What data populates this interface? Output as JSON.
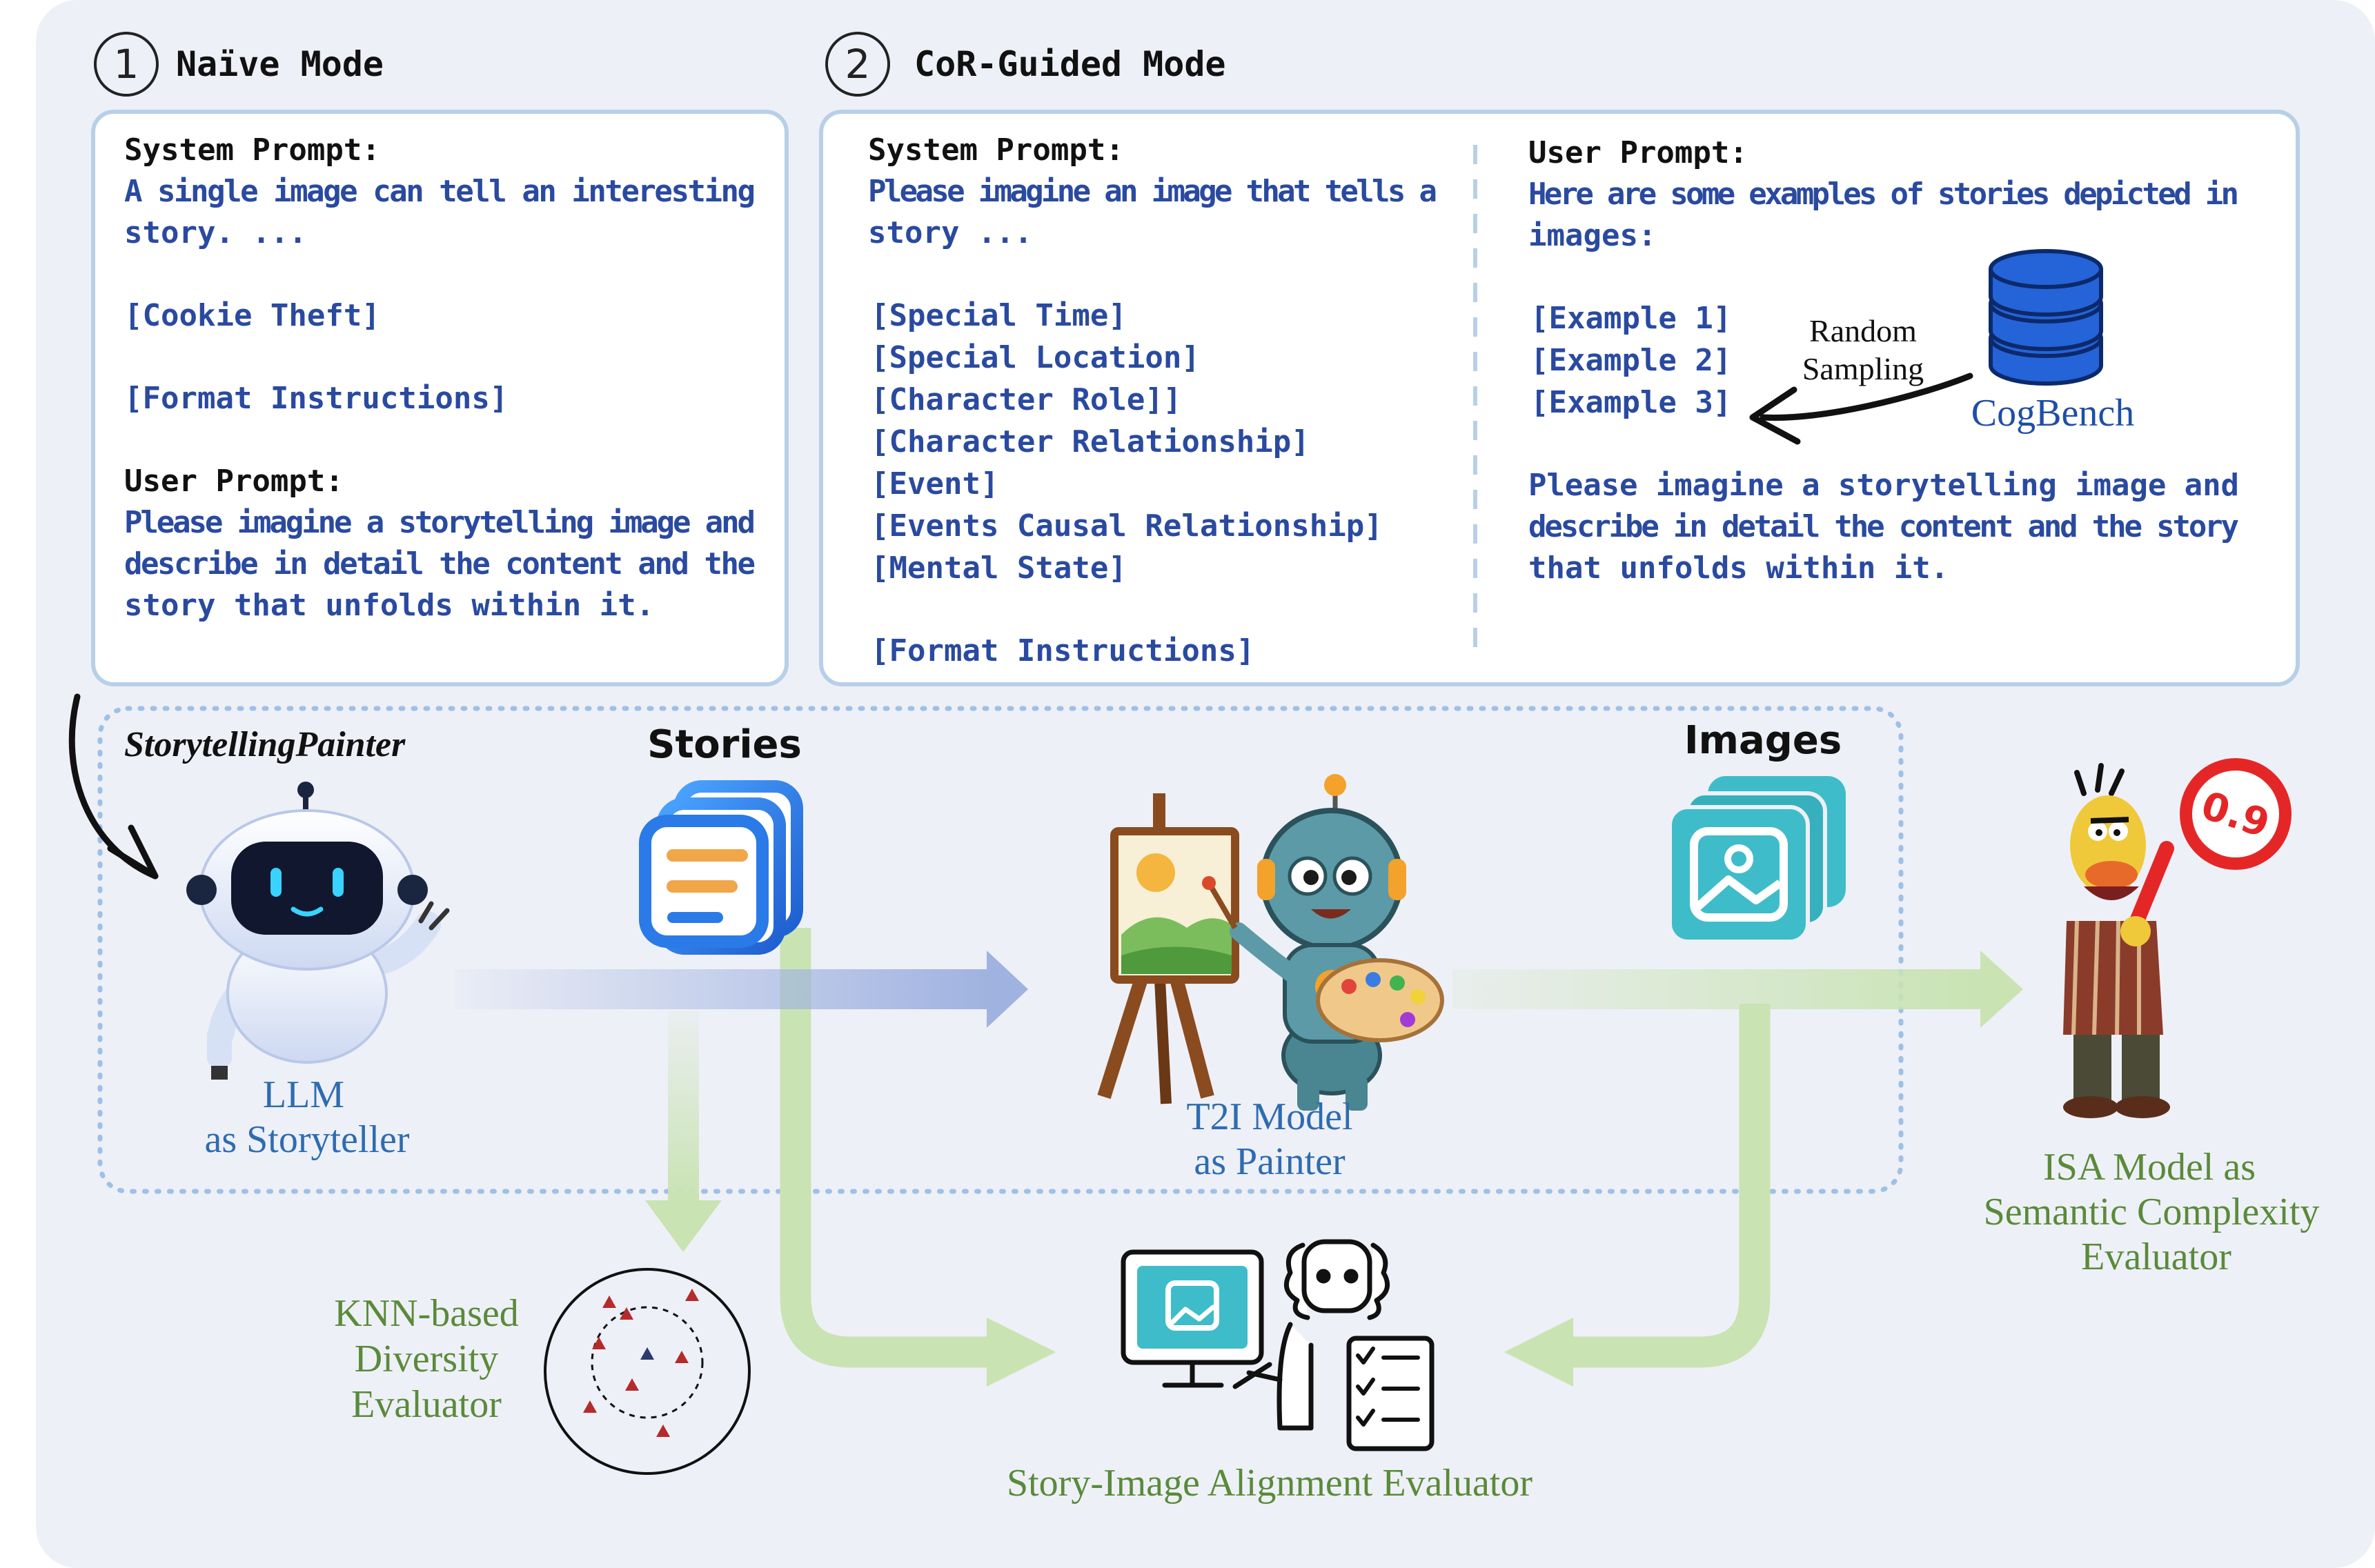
{
  "colors": {
    "panel_bg": "#eef0f7",
    "box_border": "#b8cfe8",
    "blue_text": "#2a4aa0",
    "green_text": "#5a8a3a",
    "label_blue": "#2e6cb0",
    "arrow_blue": "#9fb2e0",
    "arrow_green": "#c9e3b3",
    "db_blue": "#2563d8",
    "teal": "#3fbcc9",
    "red_sign": "#e52626"
  },
  "modes": {
    "naive": {
      "number": "1",
      "title": "Naïve Mode"
    },
    "cor": {
      "number": "2",
      "title": "CoR-Guided Mode"
    }
  },
  "naive_box": {
    "system_label": "System Prompt:",
    "system_text_1": "A single image can tell an interesting",
    "system_text_2": "story. ...",
    "item_1": "[Cookie Theft]",
    "item_2": "[Format Instructions]",
    "user_label": "User Prompt:",
    "user_text_1": "Please imagine a storytelling image and",
    "user_text_2": "describe in detail the content and the",
    "user_text_3": "story that unfolds within it."
  },
  "cor_box": {
    "system_label": "System Prompt:",
    "system_text_1": "Please imagine an image that tells a",
    "system_text_2": "story ...",
    "items": [
      "[Special Time]",
      "[Special Location]",
      "[Character Role]]",
      "[Character Relationship]",
      "[Event]",
      "[Events Causal Relationship]",
      "[Mental State]"
    ],
    "format_item": "[Format Instructions]",
    "user_label": "User Prompt:",
    "user_text_1": "Here are some examples of stories depicted in",
    "user_text_2": "images:",
    "examples": [
      "[Example 1]",
      "[Example 2]",
      "[Example 3]"
    ],
    "sampling_1": "Random",
    "sampling_2": "Sampling",
    "cogbench": "CogBench",
    "user_text_3": "Please imagine a storytelling image and",
    "user_text_4": "describe in detail the content and the story",
    "user_text_5": "that unfolds within it."
  },
  "pipeline": {
    "title": "StorytellingPainter",
    "stories_label": "Stories",
    "images_label": "Images",
    "llm_1": "LLM",
    "llm_2": "as Storyteller",
    "t2i_1": "T2I Model",
    "t2i_2": "as Painter",
    "isa_1": "ISA Model as",
    "isa_2": "Semantic Complexity",
    "isa_3": "Evaluator",
    "score": "0.9",
    "knn_1": "KNN-based",
    "knn_2": "Diversity",
    "knn_3": "Evaluator",
    "alignment": "Story-Image Alignment Evaluator"
  },
  "icons": {
    "robot": "robot-icon",
    "stories": "documents-icon",
    "painter": "painter-robot-icon",
    "images": "image-stack-icon",
    "database": "database-icon",
    "judge": "judge-icon",
    "character": "character-icon",
    "scatter": "knn-scatter-icon"
  }
}
